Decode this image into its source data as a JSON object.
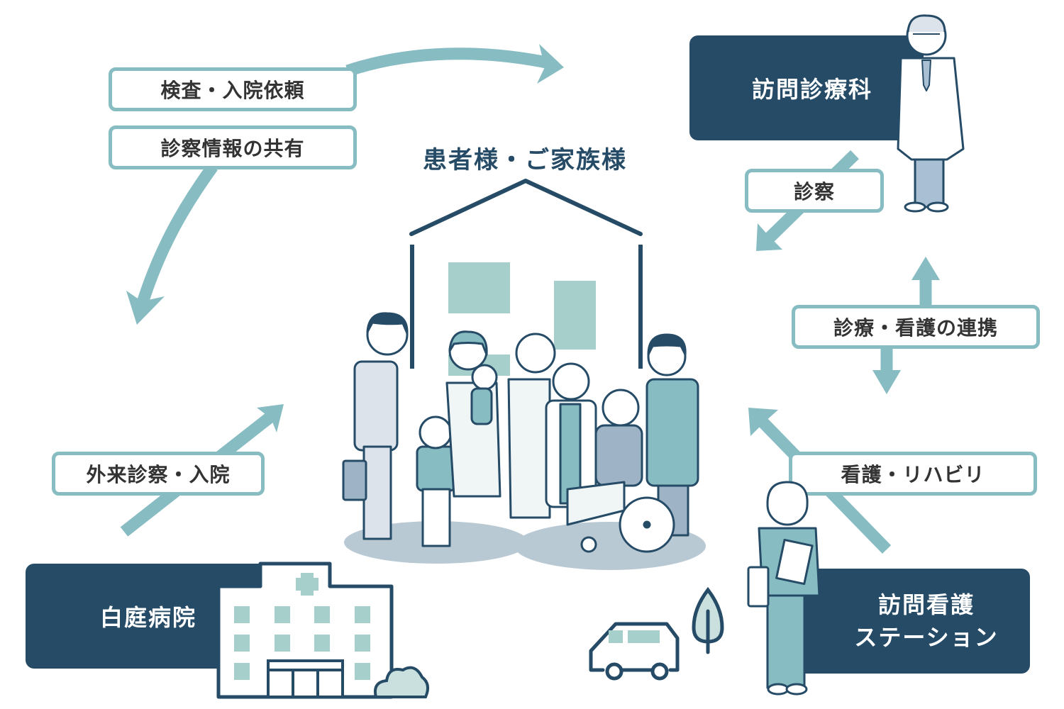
{
  "title": "患者様・ご家族様",
  "organizations": {
    "clinic": "訪問診療科",
    "hospital": "白庭病院",
    "station_line1": "訪問看護",
    "station_line2": "ステーション"
  },
  "flows": {
    "exam_admission_request": "検査・入院依頼",
    "share_exam_info": "診察情報の共有",
    "examination": "診察",
    "care_coordination": "診療・看護の連携",
    "outpatient_admission": "外来診察・入院",
    "nursing_rehab": "看護・リハビリ"
  },
  "colors": {
    "navy": "#264b66",
    "arrow_teal": "#86bcc2",
    "window_teal": "#a6cfcc",
    "ground": "#b9c9d3"
  }
}
